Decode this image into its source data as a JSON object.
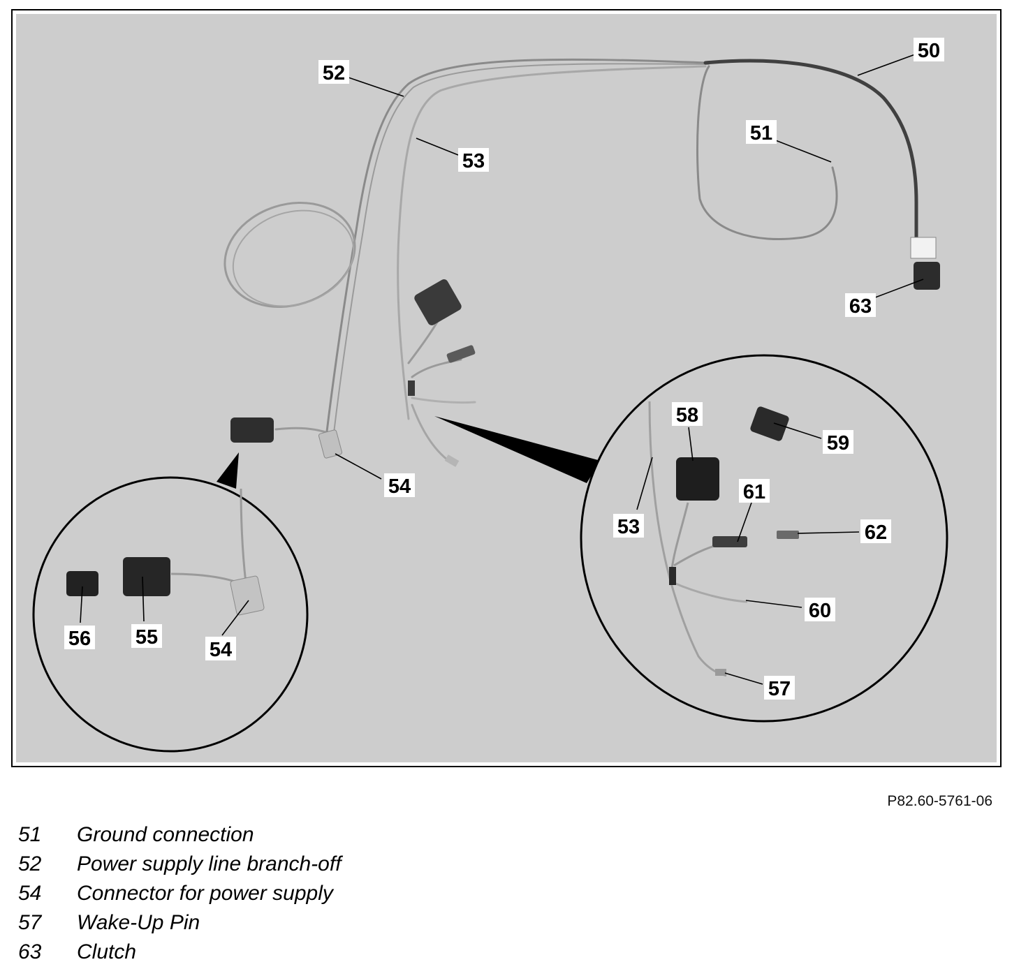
{
  "figure": {
    "code": "P82.60-5761-06",
    "background": "#cdcdcd",
    "callouts": [
      "50",
      "51",
      "52",
      "53",
      "63",
      "54",
      "56",
      "55",
      "54",
      "58",
      "59",
      "61",
      "53",
      "62",
      "60",
      "57"
    ]
  },
  "legend": [
    {
      "number": "51",
      "text": "Ground connection"
    },
    {
      "number": "52",
      "text": "Power supply line branch-off"
    },
    {
      "number": "54",
      "text": "Connector for power supply"
    },
    {
      "number": "57",
      "text": "Wake-Up Pin"
    },
    {
      "number": "63",
      "text": "Clutch"
    }
  ]
}
